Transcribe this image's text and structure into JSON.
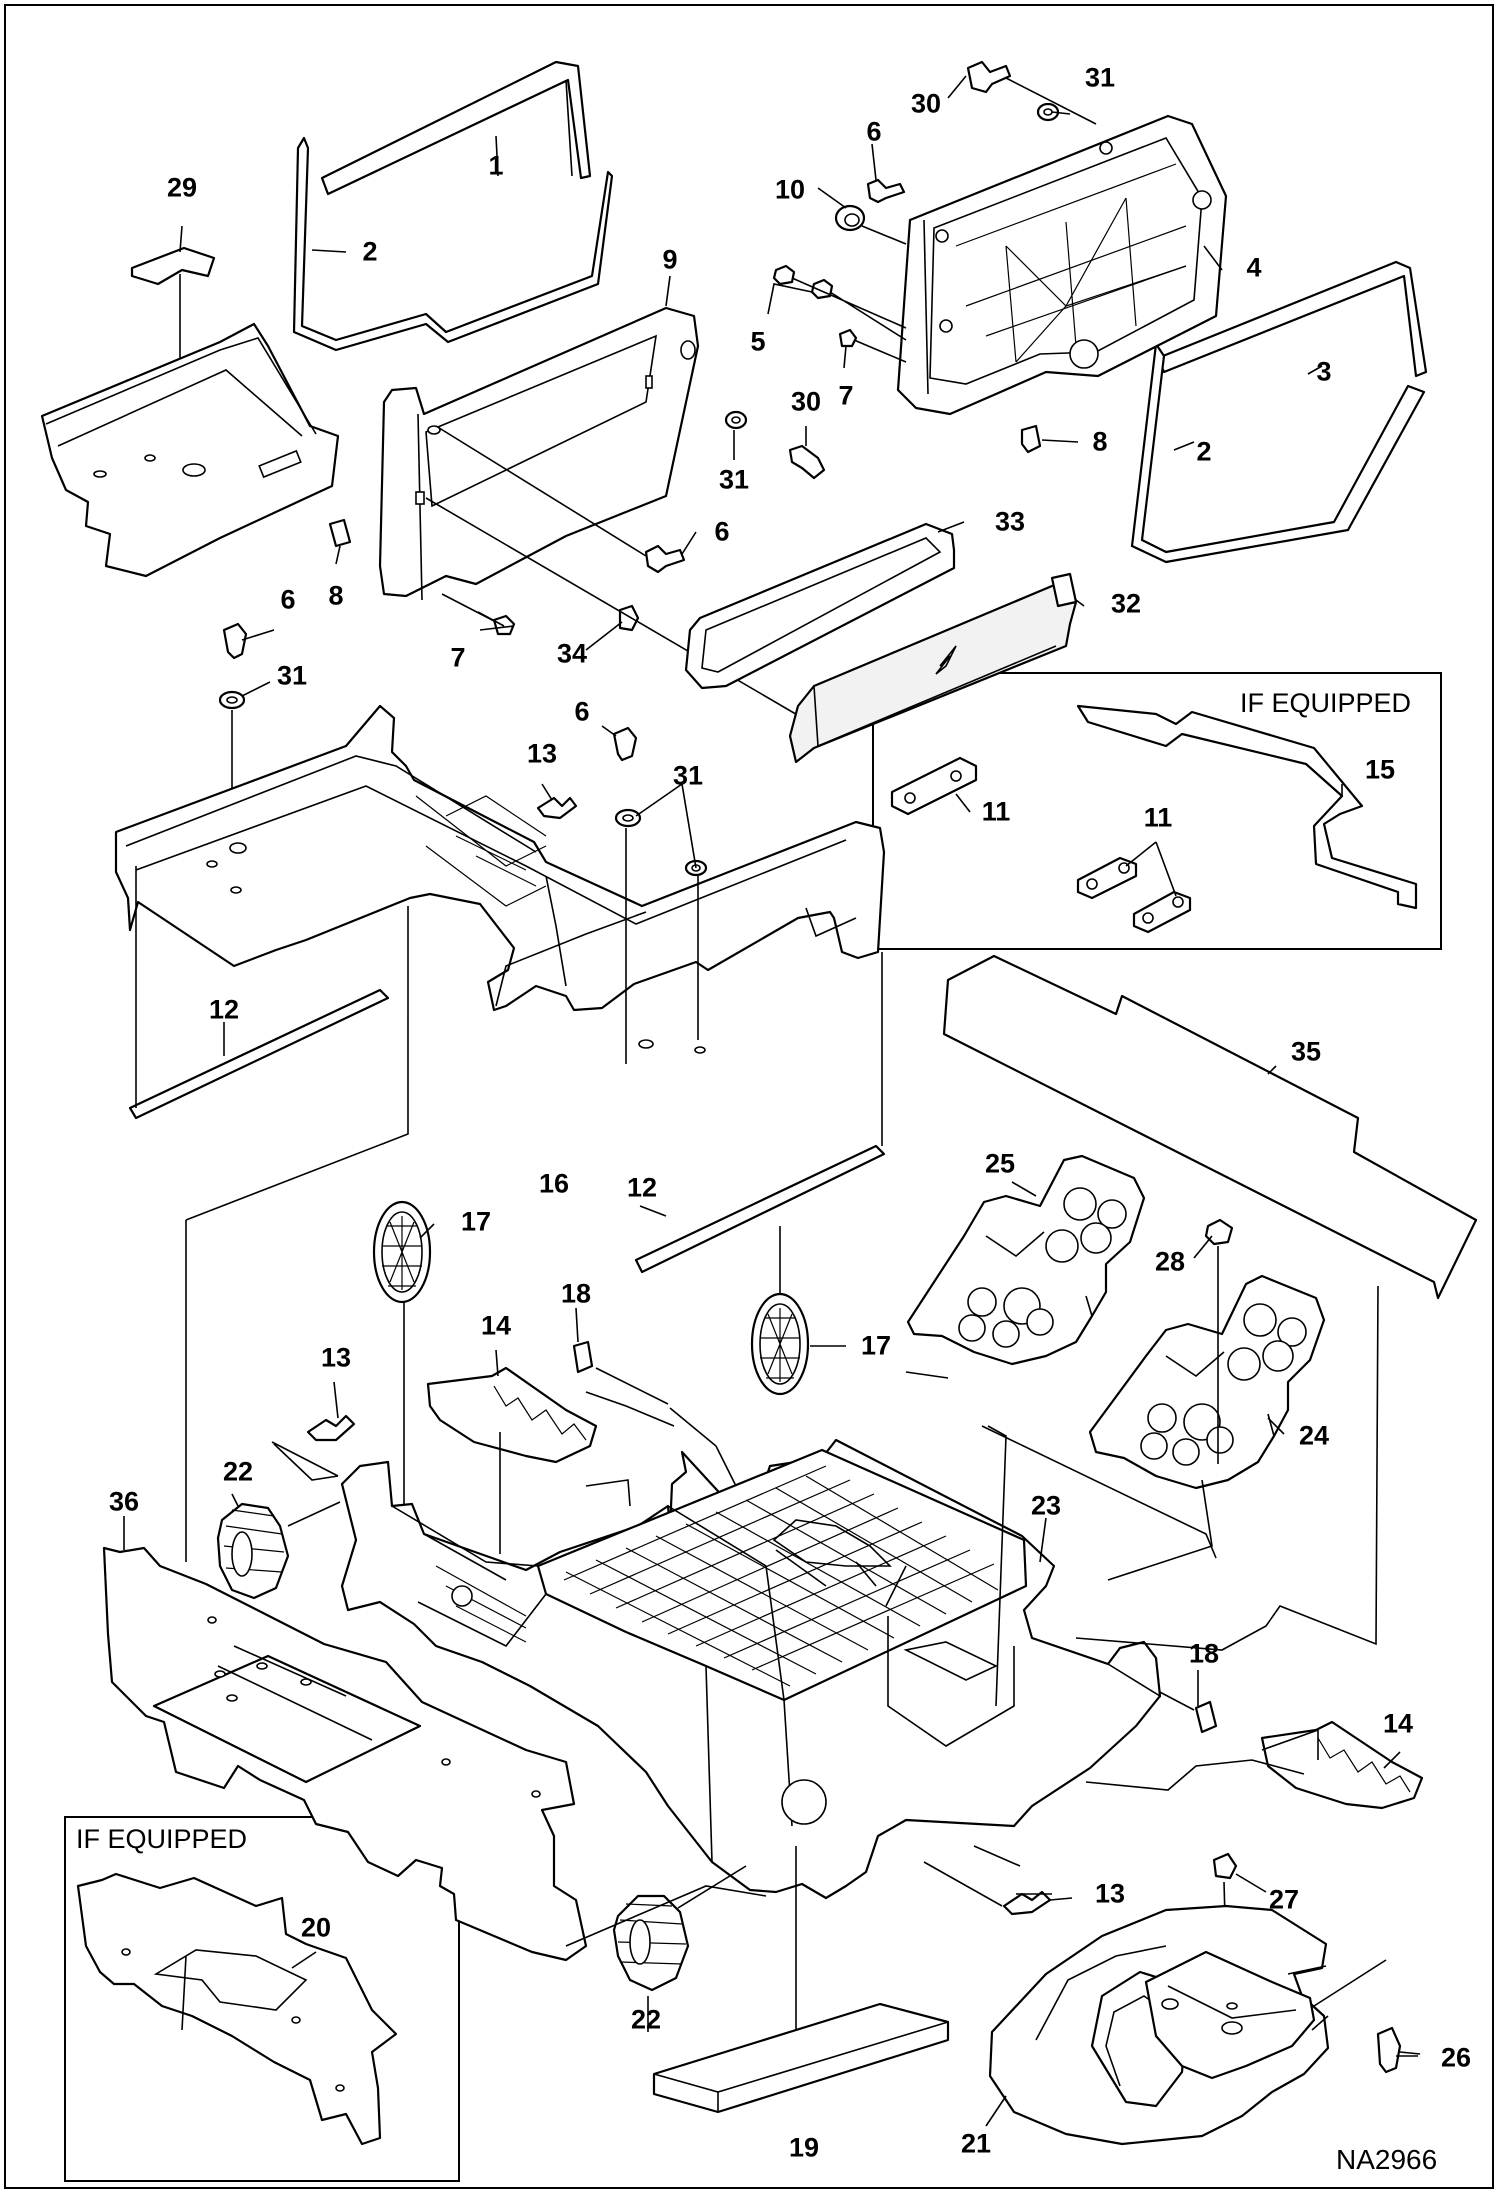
{
  "drawing_id": "NA2966",
  "if_equipped_top": "IF EQUIPPED",
  "if_equipped_bottom": "IF EQUIPPED",
  "callouts": [
    {
      "key": "c1",
      "text": "1"
    },
    {
      "key": "c2a",
      "text": "2"
    },
    {
      "key": "c2b",
      "text": "2"
    },
    {
      "key": "c3",
      "text": "3"
    },
    {
      "key": "c4",
      "text": "4"
    },
    {
      "key": "c5",
      "text": "5"
    },
    {
      "key": "c6a",
      "text": "6"
    },
    {
      "key": "c6b",
      "text": "6"
    },
    {
      "key": "c6c",
      "text": "6"
    },
    {
      "key": "c6d",
      "text": "6"
    },
    {
      "key": "c7a",
      "text": "7"
    },
    {
      "key": "c7b",
      "text": "7"
    },
    {
      "key": "c8a",
      "text": "8"
    },
    {
      "key": "c8b",
      "text": "8"
    },
    {
      "key": "c9",
      "text": "9"
    },
    {
      "key": "c10",
      "text": "10"
    },
    {
      "key": "c11a",
      "text": "11"
    },
    {
      "key": "c11b",
      "text": "11"
    },
    {
      "key": "c12a",
      "text": "12"
    },
    {
      "key": "c12b",
      "text": "12"
    },
    {
      "key": "c13a",
      "text": "13"
    },
    {
      "key": "c13b",
      "text": "13"
    },
    {
      "key": "c13c",
      "text": "13"
    },
    {
      "key": "c14a",
      "text": "14"
    },
    {
      "key": "c14b",
      "text": "14"
    },
    {
      "key": "c15",
      "text": "15"
    },
    {
      "key": "c16",
      "text": "16"
    },
    {
      "key": "c17a",
      "text": "17"
    },
    {
      "key": "c17b",
      "text": "17"
    },
    {
      "key": "c18a",
      "text": "18"
    },
    {
      "key": "c18b",
      "text": "18"
    },
    {
      "key": "c19",
      "text": "19"
    },
    {
      "key": "c20",
      "text": "20"
    },
    {
      "key": "c21",
      "text": "21"
    },
    {
      "key": "c22a",
      "text": "22"
    },
    {
      "key": "c22b",
      "text": "22"
    },
    {
      "key": "c23",
      "text": "23"
    },
    {
      "key": "c24",
      "text": "24"
    },
    {
      "key": "c25",
      "text": "25"
    },
    {
      "key": "c26",
      "text": "26"
    },
    {
      "key": "c27",
      "text": "27"
    },
    {
      "key": "c28",
      "text": "28"
    },
    {
      "key": "c29",
      "text": "29"
    },
    {
      "key": "c30a",
      "text": "30"
    },
    {
      "key": "c30b",
      "text": "30"
    },
    {
      "key": "c31a",
      "text": "31"
    },
    {
      "key": "c31b",
      "text": "31"
    },
    {
      "key": "c31c",
      "text": "31"
    },
    {
      "key": "c31d",
      "text": "31"
    },
    {
      "key": "c32",
      "text": "32"
    },
    {
      "key": "c33",
      "text": "33"
    },
    {
      "key": "c34",
      "text": "34"
    },
    {
      "key": "c35",
      "text": "35"
    },
    {
      "key": "c36",
      "text": "36"
    }
  ]
}
